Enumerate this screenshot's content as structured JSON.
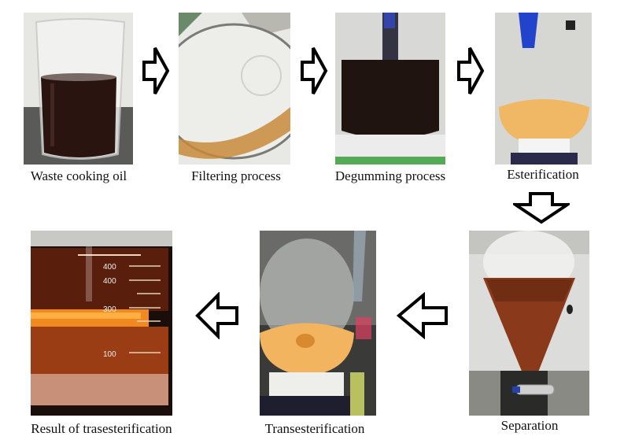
{
  "figure": {
    "type": "process-flow",
    "steps": [
      {
        "id": "waste-cooking-oil",
        "label": "Waste cooking oil",
        "liquid_color": "#2a1410"
      },
      {
        "id": "filtering",
        "label": "Filtering process",
        "liquid_color": "#c78a3a"
      },
      {
        "id": "degumming",
        "label": "Degumming process",
        "liquid_color": "#1f1410"
      },
      {
        "id": "esterification",
        "label": "Esterification",
        "liquid_color": "#f0b765"
      },
      {
        "id": "separation",
        "label": "Separation",
        "liquid_color": "#8a3a1a"
      },
      {
        "id": "transesterification",
        "label": "Transesterification",
        "liquid_color": "#f2b45e"
      },
      {
        "id": "result",
        "label": "Result of trasesterification",
        "liquid_color": "#9b3d14"
      }
    ],
    "arrows": [
      {
        "from": "waste-cooking-oil",
        "to": "filtering",
        "direction": "right"
      },
      {
        "from": "filtering",
        "to": "degumming",
        "direction": "right"
      },
      {
        "from": "degumming",
        "to": "esterification",
        "direction": "right"
      },
      {
        "from": "esterification",
        "to": "separation",
        "direction": "down"
      },
      {
        "from": "separation",
        "to": "transesterification",
        "direction": "left"
      },
      {
        "from": "transesterification",
        "to": "result",
        "direction": "left"
      }
    ],
    "beaker_marks": [
      "400",
      "400",
      "300",
      "100"
    ]
  }
}
